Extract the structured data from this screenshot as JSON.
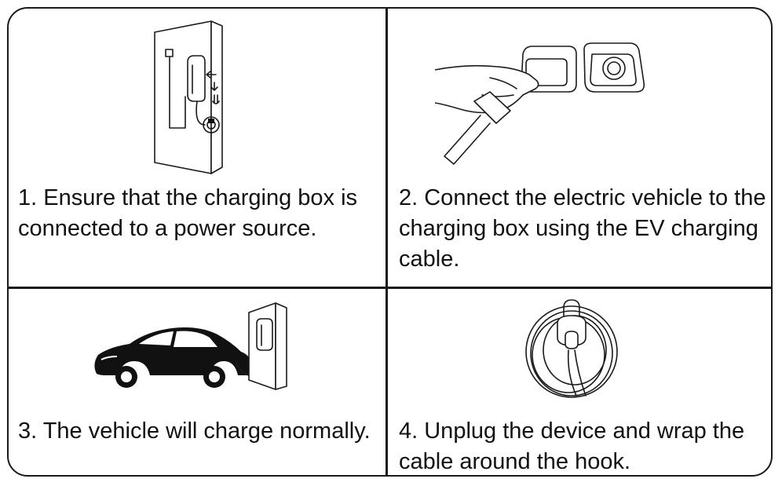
{
  "steps": [
    {
      "text": "1. Ensure that the charging box is connected to a power source.",
      "icon": "wall-charger-icon"
    },
    {
      "text": "2. Connect the electric vehicle to the charging box using the EV charging cable.",
      "icon": "hand-plugging-connector-icon"
    },
    {
      "text": "3. The vehicle will charge normally.",
      "icon": "car-charging-icon"
    },
    {
      "text": "4. Unplug the device and wrap the cable around the hook.",
      "icon": "cable-coil-hook-icon"
    }
  ]
}
